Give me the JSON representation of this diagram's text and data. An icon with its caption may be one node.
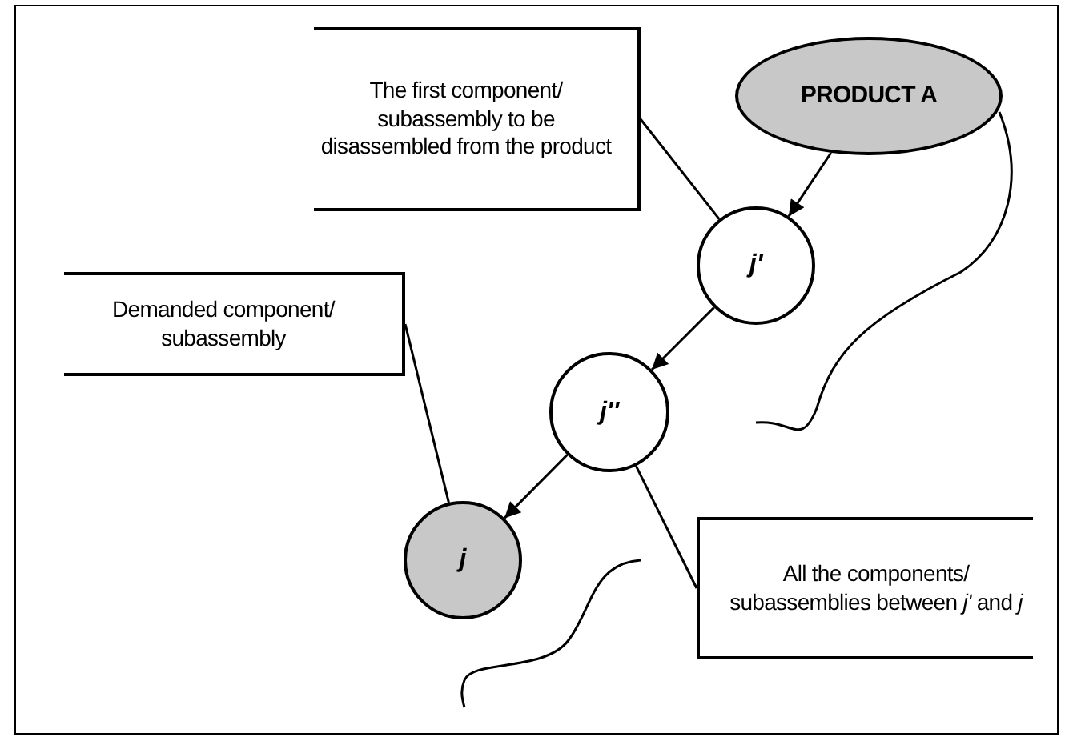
{
  "diagram": {
    "nodes": [
      {
        "text": [
          "PRODUCT A"
        ]
      },
      {
        "text": [
          "j'"
        ]
      },
      {
        "text": [
          "j''"
        ]
      },
      {
        "text": [
          "j"
        ]
      },
      {
        "text": [
          "The first component/ subassembly to be disassembled from the product"
        ]
      },
      {
        "text": [
          "Demanded component/ subassembly"
        ]
      },
      {
        "text": [
          "All the components/ subassemblies between *j'* and *j*"
        ]
      }
    ],
    "edges": [
      {
        "from": 0,
        "to": 1,
        "arrow": "to"
      },
      {
        "from": 1,
        "to": 2,
        "arrow": "to"
      },
      {
        "from": 2,
        "to": 3,
        "arrow": "to"
      },
      {
        "from": 4,
        "to": 1,
        "arrow": "none"
      },
      {
        "from": 5,
        "to": 3,
        "arrow": "none"
      },
      {
        "from": 2,
        "to": 6,
        "arrow": "none"
      }
    ]
  }
}
